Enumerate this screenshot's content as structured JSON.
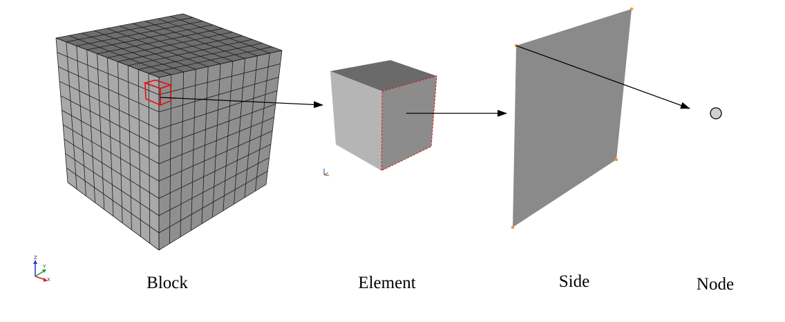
{
  "labels": {
    "block": "Block",
    "element": "Element",
    "side": "Side",
    "node": "Node"
  },
  "axes": {
    "z": "Z",
    "y": "Y",
    "x": "X"
  },
  "colors": {
    "face_top": "#6e6e6e",
    "face_left": "#a9a9a9",
    "face_right": "#8f8f8f",
    "grid_line": "#1a1a1a",
    "highlight": "#e01010",
    "arrow": "#000000",
    "node_marker": "#f0a020",
    "node_fill": "#cfcfcf",
    "element_top": "#6a6a6a",
    "element_left": "#b5b5b5",
    "element_right": "#8c8c8c",
    "side_face": "#8a8a8a",
    "axis_z": "#1f3fd0",
    "axis_y": "#1fa01f",
    "axis_x": "#d01f1f"
  },
  "block_mesh": {
    "divisions": 10
  }
}
